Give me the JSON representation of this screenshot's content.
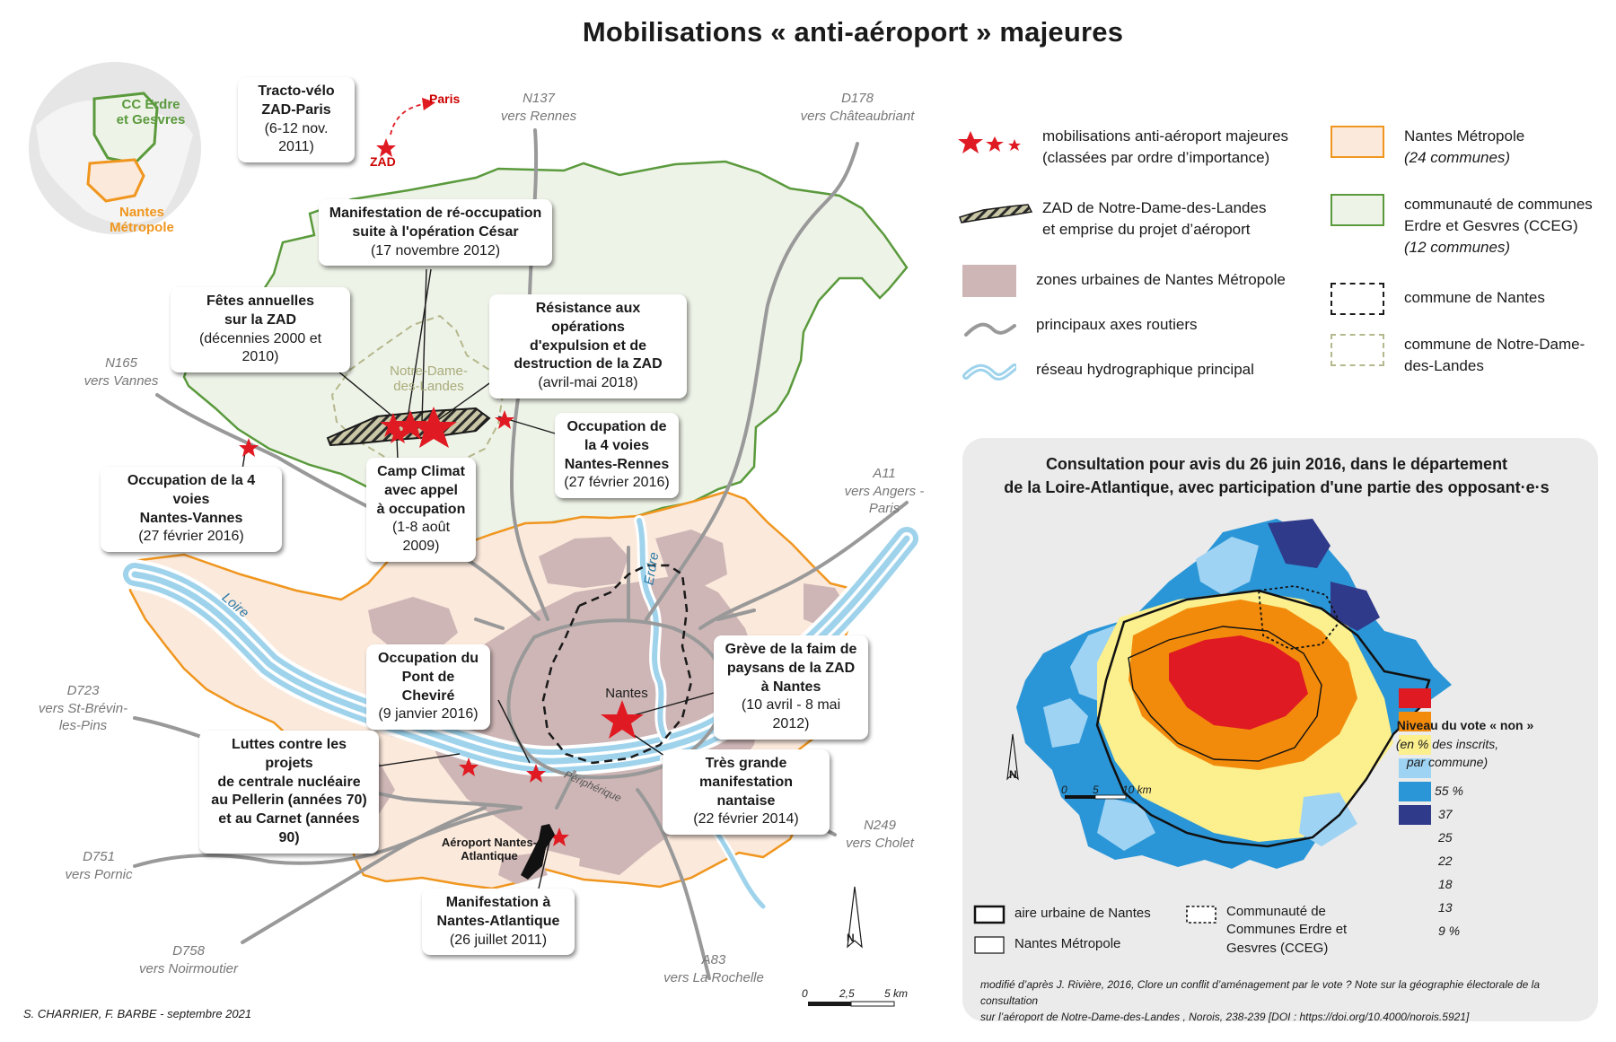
{
  "title": "Mobilisations « anti-aéroport » majeures",
  "colors": {
    "metropole_fill": "#fbe9dc",
    "metropole_border": "#f0961e",
    "cceg_fill": "#eef3e8",
    "cceg_border": "#5a9a3c",
    "urban": "#cfb6b6",
    "roads": "#999999",
    "water": "#9fd3ec",
    "star": "#e01a22",
    "nddl_border": "#b5b88c"
  },
  "locator": {
    "cceg_label": "CC Erdre\net Gesvres",
    "metropole_label": "Nantes\nMétropole"
  },
  "places": {
    "nddl": "Notre-Dame-\ndes-Landes",
    "nantes": "Nantes",
    "loire": "Loire",
    "erdre": "Erdre",
    "aeroport": "Aéroport Nantes-\nAtlantique",
    "peripherique": "Périphérique",
    "zad": "ZAD",
    "paris": "Paris"
  },
  "roads": [
    {
      "id": "n137",
      "label": "N137\nvers Rennes"
    },
    {
      "id": "d178",
      "label": "D178\nvers Châteaubriant"
    },
    {
      "id": "n165",
      "label": "N165\nvers Vannes"
    },
    {
      "id": "a11",
      "label": "A11\nvers Angers -\nParis"
    },
    {
      "id": "d723",
      "label": "D723\nvers St-Brévin-\nles-Pins"
    },
    {
      "id": "n249",
      "label": "N249\nvers Cholet"
    },
    {
      "id": "d751",
      "label": "D751\nvers Pornic"
    },
    {
      "id": "d758",
      "label": "D758\nvers Noirmoutier"
    },
    {
      "id": "a83",
      "label": "A83\nvers La Rochelle"
    }
  ],
  "events": {
    "tracto": {
      "title": "Tracto-vélo\nZAD-Paris",
      "date": "(6-12 nov. 2011)"
    },
    "cesar": {
      "title": "Manifestation de ré-occupation\nsuite à l'opération César",
      "date": "(17 novembre 2012)"
    },
    "fetes": {
      "title": "Fêtes annuelles\nsur la ZAD",
      "date": "(décennies 2000 et 2010)"
    },
    "resistance": {
      "title": "Résistance aux opérations\nd'expulsion et de\ndestruction de la ZAD",
      "date": "(avril-mai 2018)"
    },
    "vannes": {
      "title": "Occupation de la 4 voies\nNantes-Vannes",
      "date": "(27 février 2016)"
    },
    "camp": {
      "title": "Camp Climat\navec appel\nà occupation",
      "date": "(1-8 août 2009)"
    },
    "rennes": {
      "title": "Occupation de\nla 4 voies\nNantes-Rennes",
      "date": "(27 février 2016)"
    },
    "chevire": {
      "title": "Occupation du\nPont de Cheviré",
      "date": "(9 janvier 2016)"
    },
    "greve": {
      "title": "Grève de la faim de\npaysans de la ZAD\nà Nantes",
      "date": "(10 avril - 8 mai 2012)"
    },
    "luttes": {
      "title": "Luttes contre les projets\nde centrale nucléaire\nau Pellerin (années 70)\net au Carnet (années 90)",
      "date": ""
    },
    "tresgrande": {
      "title": "Très grande\nmanifestation nantaise",
      "date": "(22 février 2014)"
    },
    "manif_na": {
      "title": "Manifestation à\nNantes-Atlantique",
      "date": "(26 juillet 2011)"
    }
  },
  "scale": {
    "v0": "0",
    "v1": "2,5",
    "v2": "5 km",
    "north": "N"
  },
  "legend": {
    "star": {
      "line1": "mobilisations anti-aéroport majeures",
      "line2": "(classées par ordre d’importance)"
    },
    "zad": {
      "line1": "ZAD de Notre-Dame-des-Landes",
      "line2": "et emprise du projet d’aéroport"
    },
    "urban": "zones urbaines de Nantes Métropole",
    "roads": "principaux axes routiers",
    "water": "réseau hydrographique principal",
    "metropole": {
      "line1": "Nantes Métropole",
      "line2": "(24 communes)"
    },
    "cceg": {
      "line1": "communauté de communes",
      "line2": "Erdre et Gesvres (CCEG)",
      "line3": "(12 communes)"
    },
    "nantes_commune": "commune de Nantes",
    "nddl_commune": {
      "line1": "commune de Notre-Dame-",
      "line2": "des-Landes"
    }
  },
  "inset": {
    "title": "Consultation pour avis du 26 juin 2016,  dans le département\nde la Loire-Atlantique, avec participation d'une partie des opposant·e·s",
    "scale_title": "Niveau du vote « non »",
    "scale_sub": "(en % des inscrits,\npar commune)",
    "classes": [
      {
        "value": "55 %",
        "color": "#e01a22"
      },
      {
        "value": "37",
        "color": "#f28b0c"
      },
      {
        "value": "25",
        "color": "#fbef8e"
      },
      {
        "value": "22",
        "color": "#9fd3f3"
      },
      {
        "value": "18",
        "color": "#2b96d7"
      },
      {
        "value": "13",
        "color": "#2f3a8a"
      },
      {
        "value": "9 %",
        "color": ""
      }
    ],
    "scale": {
      "v0": "0",
      "v1": "5",
      "v2": "10 km",
      "north": "N"
    },
    "legend": {
      "aire": "aire urbaine de Nantes",
      "metropole": "Nantes Métropole",
      "cceg": "Communauté de\nCommunes Erdre et\nGesvres (CCEG)"
    },
    "source_line1": "modifié d’après J. Rivière, 2016, Clore un conflit d’aménagement par le vote ? Note sur la géographie électorale de la consultation",
    "source_line2": "sur l’aéroport de Notre-Dame-des-Landes , Norois, 238-239 [DOI : https://doi.org/10.4000/norois.5921]"
  },
  "credit": "S. CHARRIER, F. BARBE - septembre 2021"
}
